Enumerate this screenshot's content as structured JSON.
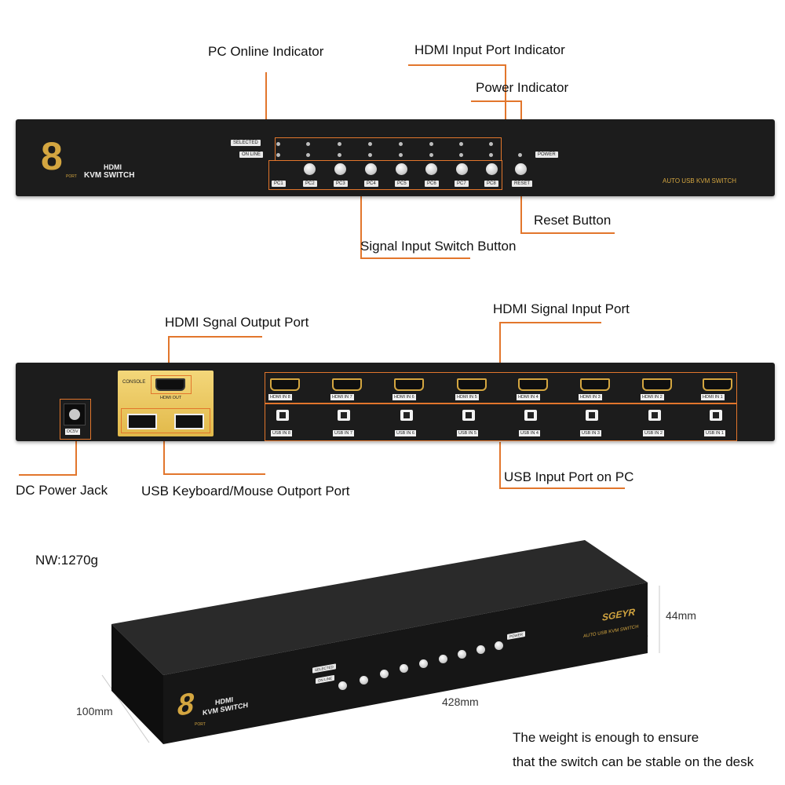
{
  "colors": {
    "accent_orange": "#e2762c",
    "panel": "#1c1c1c",
    "gold": "#d4a640"
  },
  "front": {
    "callouts": {
      "pc_online": "PC Online Indicator",
      "hdmi_input_indicator": "HDMI Input Port Indicator",
      "power_indicator": "Power Indicator",
      "reset_button": "Reset Button",
      "signal_switch": "Signal Input Switch Button"
    },
    "brand_number": "8",
    "brand_port": "PORT",
    "brand_hdmi": "HDMI",
    "brand_kvm": "KVM SWITCH",
    "selected_label": "SELECTED",
    "online_label": "ON LINE",
    "power_label": "POWER",
    "reset_label": "RESET",
    "auto_text": "AUTO USB KVM SWITCH",
    "pc_buttons": [
      "PC1",
      "PC2",
      "PC3",
      "PC4",
      "PC5",
      "PC6",
      "PC7",
      "PC8"
    ]
  },
  "back": {
    "callouts": {
      "hdmi_output": "HDMI Sgnal Output Port",
      "hdmi_input": "HDMI Signal Input Port",
      "dc_power": "DC Power Jack",
      "usb_keyboard": "USB Keyboard/Mouse Outport Port",
      "usb_input": "USB Input Port on PC"
    },
    "console_label": "CONSOLE",
    "hdmi_out_label": "HDMI OUT",
    "dc_label": "DC5V",
    "hdmi_inputs": [
      "HDMI IN 8",
      "HDMI IN 7",
      "HDMI IN 6",
      "HDMI IN 5",
      "HDMI IN 4",
      "HDMI IN 3",
      "HDMI IN 2",
      "HDMI IN 1"
    ],
    "usb_inputs": [
      "USB IN 8",
      "USB IN 7",
      "USB IN 6",
      "USB IN 5",
      "USB IN 4",
      "USB IN 3",
      "USB IN 2",
      "USB IN 1"
    ]
  },
  "product": {
    "weight": "NW:1270g",
    "height_dim": "44mm",
    "depth_dim": "100mm",
    "width_dim": "428mm",
    "brand": "SGEYR",
    "auto_text": "AUTO USB KVM SWITCH",
    "number": "8",
    "port": "PORT",
    "hdmi": "HDMI",
    "kvm": "KVM SWITCH",
    "selected_label": "SELECTED",
    "online_label": "ON LINE",
    "power_label": "POWER",
    "caption_line1": "The weight is enough to ensure",
    "caption_line2": "that the switch can be stable on the desk"
  }
}
